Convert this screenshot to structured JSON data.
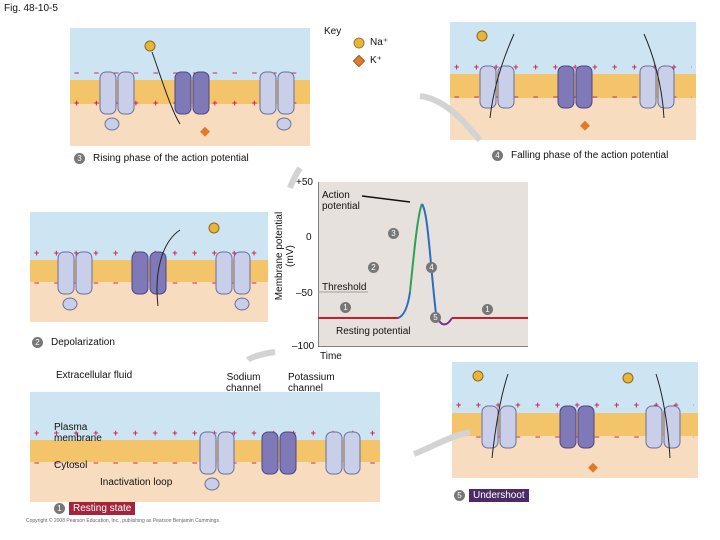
{
  "figure_label": "Fig. 48-10-5",
  "key": {
    "title": "Key",
    "na": "Na⁺",
    "k": "K⁺"
  },
  "steps": {
    "s1": {
      "num": "1",
      "text": "Resting state"
    },
    "s2": {
      "num": "2",
      "text": "Depolarization"
    },
    "s3": {
      "num": "3",
      "text": "Rising phase of the action potential"
    },
    "s4": {
      "num": "4",
      "text": "Falling phase of the action potential"
    },
    "s5": {
      "num": "5",
      "text": "Undershoot"
    }
  },
  "graph": {
    "ylabel_line1": "Membrane potential",
    "ylabel_line2": "(mV)",
    "xlabel": "Time",
    "ticks": [
      "+50",
      "0",
      "–50",
      "–100"
    ],
    "action_label_1": "Action",
    "action_label_2": "potential",
    "threshold": "Threshold",
    "resting": "Resting potential",
    "phase_marks": [
      "1",
      "2",
      "3",
      "4",
      "5",
      "1"
    ]
  },
  "bottom_labels": {
    "extracellular": "Extracellular fluid",
    "sodium_1": "Sodium",
    "sodium_2": "channel",
    "potassium_1": "Potassium",
    "potassium_2": "channel",
    "plasma_1": "Plasma",
    "plasma_2": "membrane",
    "cytosol": "Cytosol",
    "inactivation": "Inactivation loop"
  },
  "copyright": "Copyright © 2008 Pearson Education, Inc., publishing as Pearson Benjamin Cummings.",
  "colors": {
    "extracellular": "#cde5f2",
    "membrane": "#f3c46a",
    "cytosol": "#f8dcc0",
    "channel": "#c9cfe8",
    "sodium_channel": "#7f79b8",
    "curve_green": "#2fa05a",
    "curve_blue": "#2a6fbf",
    "curve_purple": "#7a2f8f",
    "resting_line": "#d01a2a",
    "na_ion": "#e8b53a",
    "k_ion": "#e07a2a"
  }
}
